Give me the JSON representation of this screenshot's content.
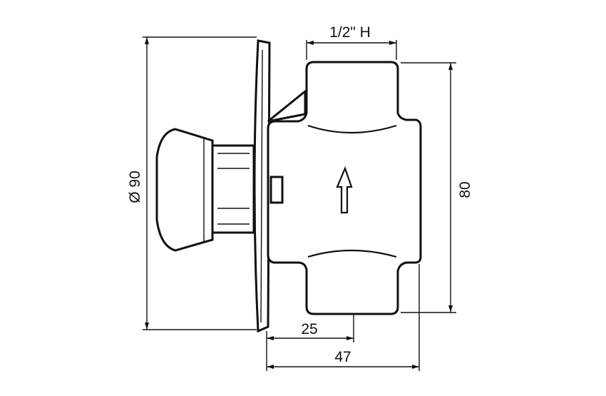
{
  "dimensions": {
    "thread_size": "1/2\" H",
    "plate_diameter": "Ø 90",
    "body_height": "80",
    "inlet_offset": "25",
    "total_depth": "47"
  }
}
